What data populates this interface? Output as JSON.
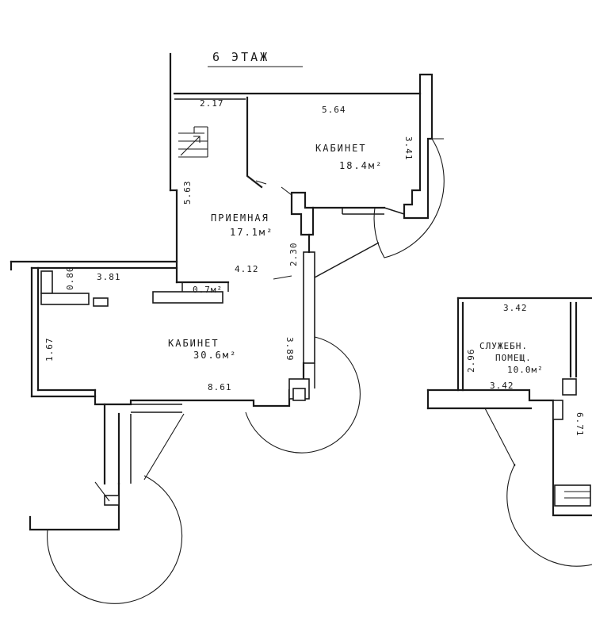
{
  "floor_title": "6 ЭТАЖ",
  "rooms": {
    "cabinet_top": {
      "name": "КАБИНЕТ",
      "area": "18.4м²"
    },
    "reception": {
      "name": "ПРИЕМНАЯ",
      "area": "17.1м²"
    },
    "closet": {
      "area": "0.7м²"
    },
    "cabinet_big": {
      "name": "КАБИНЕТ",
      "area": "30.6м²"
    },
    "service": {
      "name_line1": "СЛУЖЕБН.",
      "name_line2": "ПОМЕЩ.",
      "area": "10.0м²"
    }
  },
  "dimensions": {
    "d_217": "2.17",
    "d_564": "5.64",
    "d_341": "3.41",
    "d_563": "5.63",
    "d_230": "2.30",
    "d_412": "4.12",
    "d_080": "0.80",
    "d_381": "3.81",
    "d_167": "1.67",
    "d_389": "3.89",
    "d_861": "8.61",
    "d_342_top": "3.42",
    "d_296": "2.96",
    "d_342_bottom": "3.42",
    "d_671": "6.71"
  }
}
